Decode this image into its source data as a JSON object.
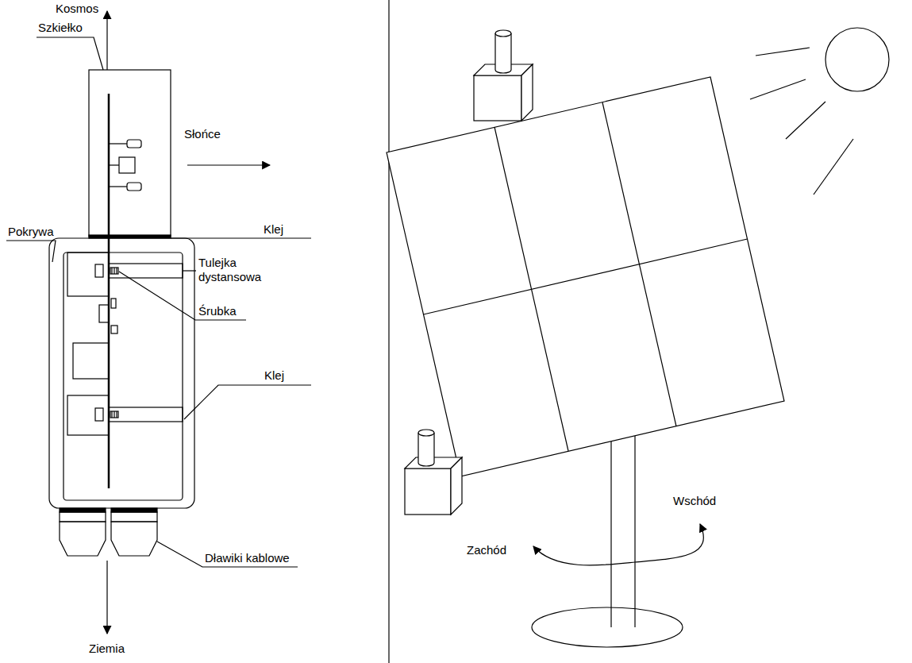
{
  "diagram": {
    "labels": [
      "Kosmos",
      "Szkiełko",
      "Słońce",
      "Pokrywa",
      "Klej",
      "Tulejka dystansowa",
      "Śrubka",
      "Klej",
      "Dławiki kablowe",
      "Ziemia",
      "Wschód",
      "Zachód"
    ]
  }
}
